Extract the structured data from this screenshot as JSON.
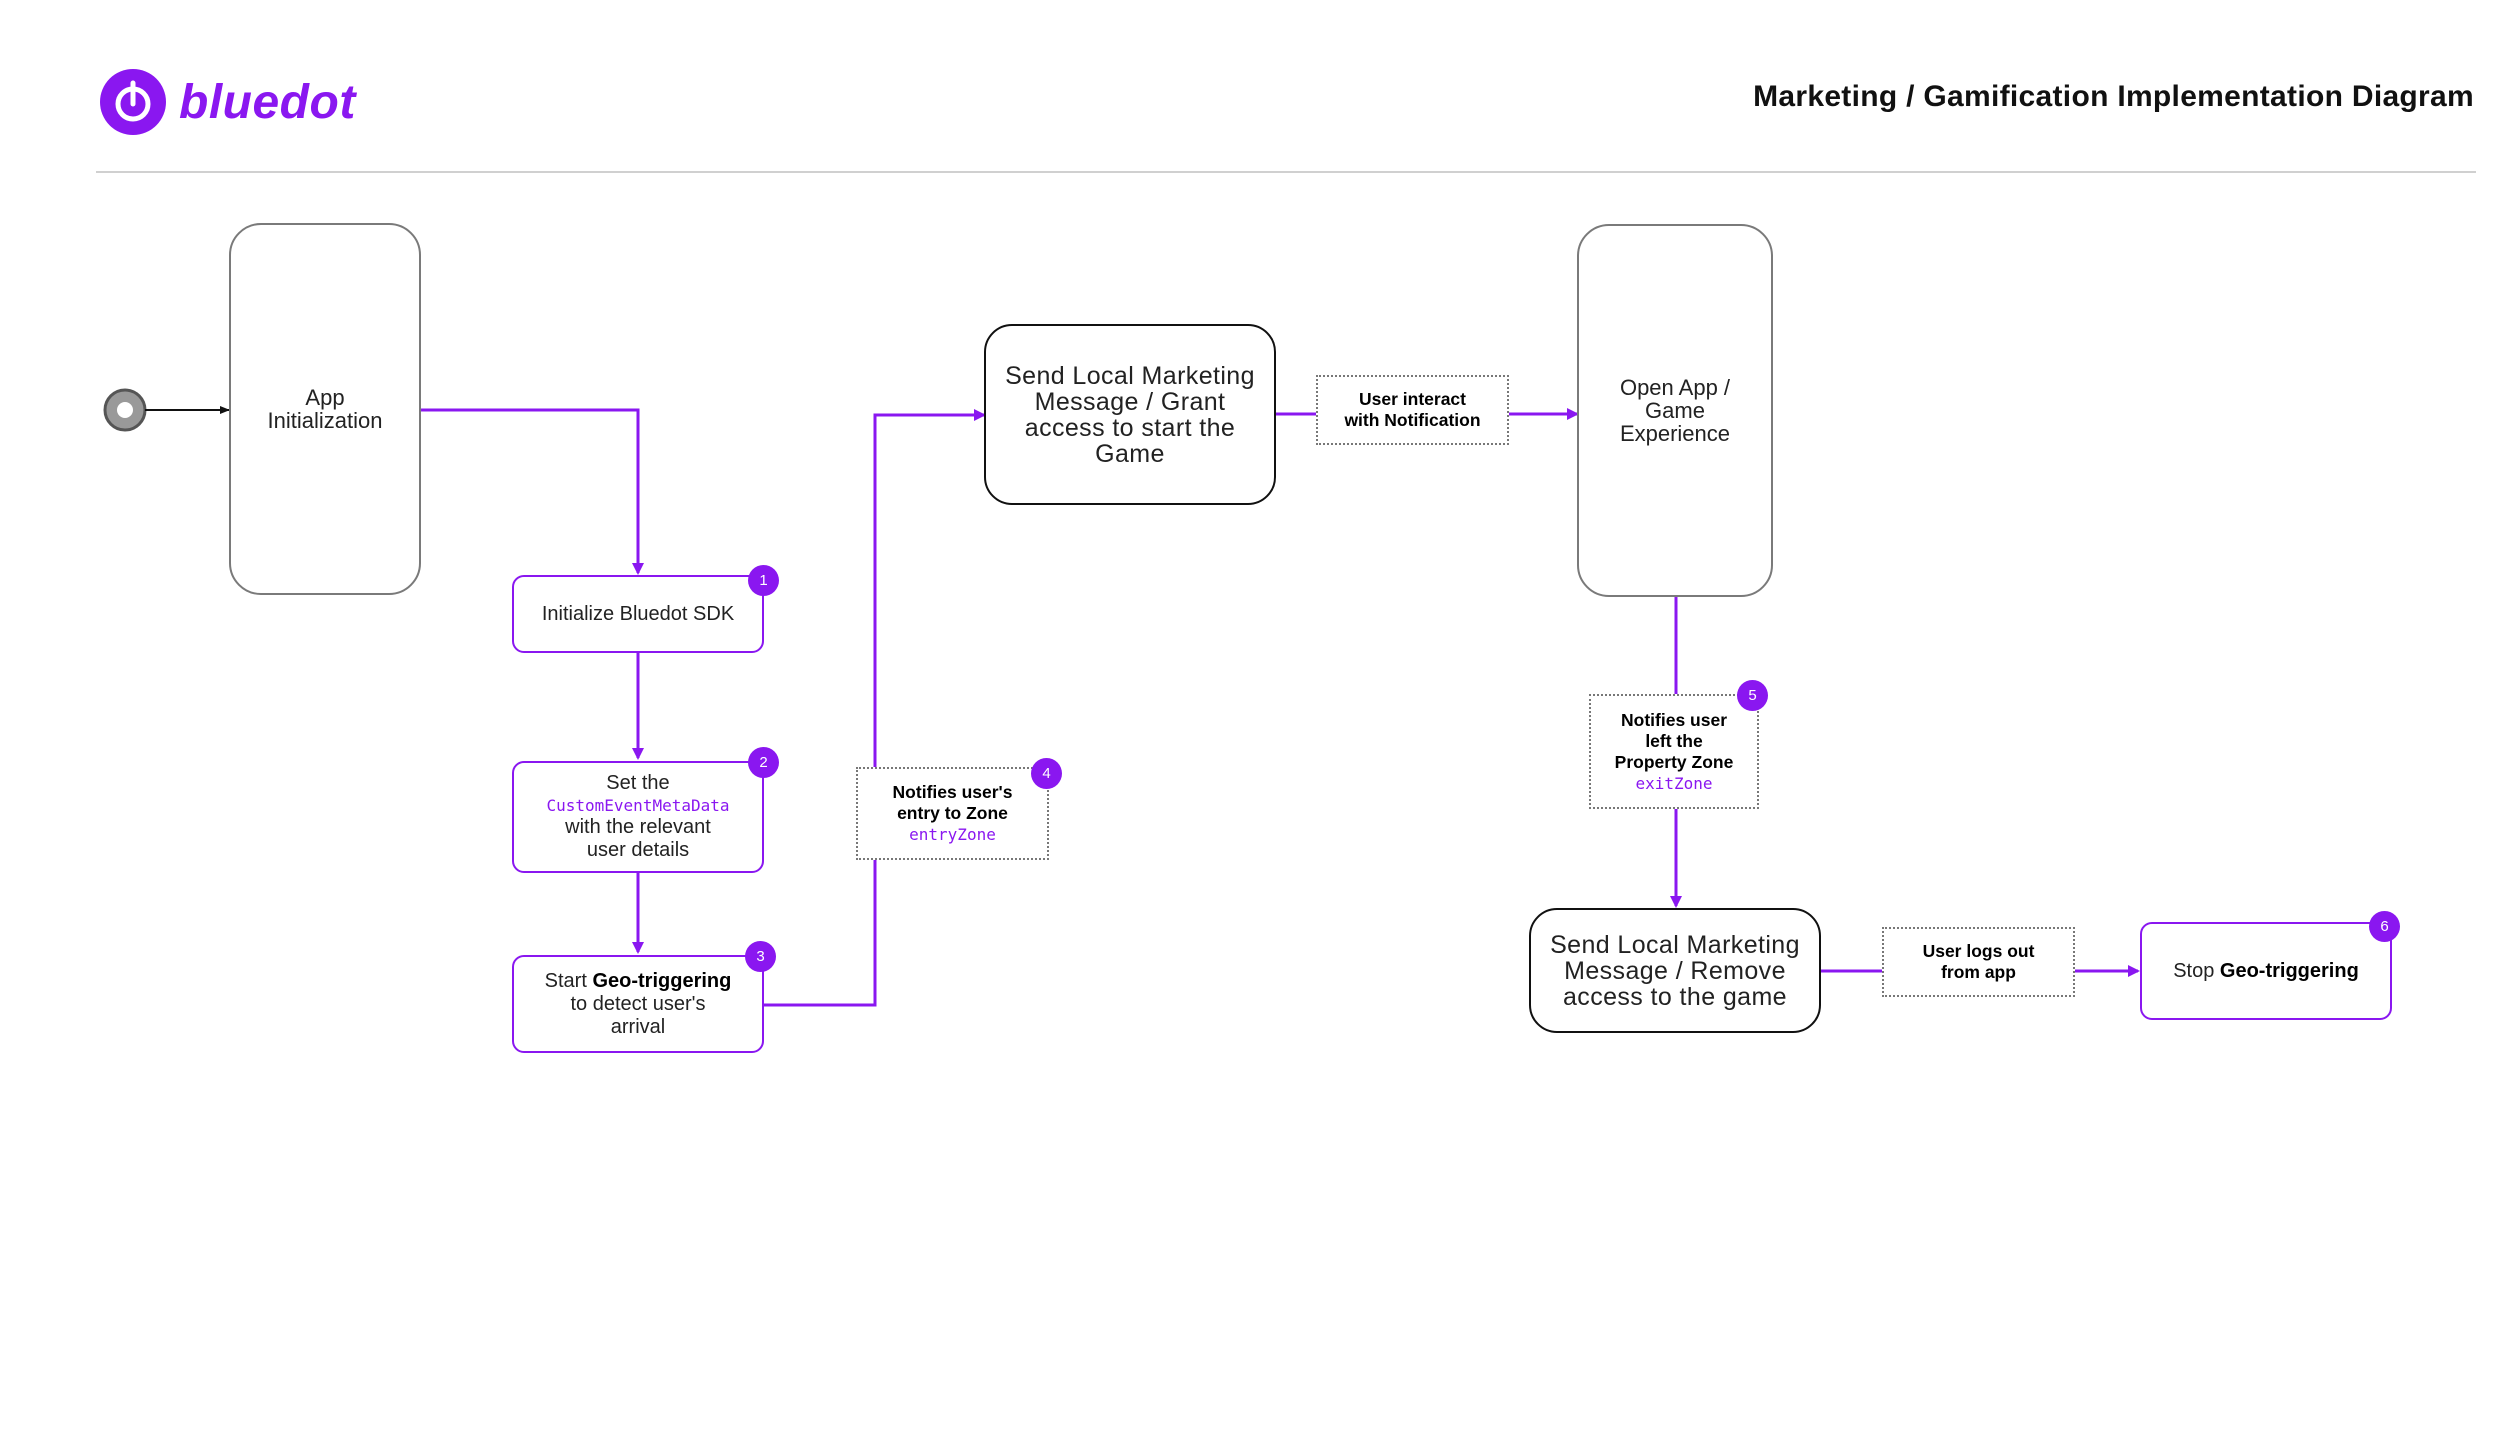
{
  "brand": {
    "logo_text": "bluedot",
    "accent": "#8a17f0"
  },
  "header": {
    "title": "Marketing / Gamification Implementation Diagram"
  },
  "icons": {
    "logo": "bluedot-logo-icon",
    "start": "start-node-icon"
  },
  "nodes": {
    "app_init": {
      "lines": [
        "App",
        "Initialization"
      ]
    },
    "init_sdk": {
      "text": "Initialize Bluedot SDK",
      "badge": "1"
    },
    "set_meta": {
      "line1": "Set the",
      "code": "CustomEventMetaData",
      "line3": "with the relevant",
      "line4": "user details",
      "badge": "2"
    },
    "start_geo": {
      "pre": "Start ",
      "bold": "Geo-triggering",
      "line2": "to detect user's",
      "line3": "arrival",
      "badge": "3"
    },
    "notify_entry": {
      "line1": "Notifies user's",
      "line2": "entry to Zone",
      "code": "entryZone",
      "badge": "4"
    },
    "send_grant": {
      "lines": [
        "Send Local Marketing",
        "Message / Grant",
        "access to start the",
        "Game"
      ]
    },
    "user_interact": {
      "line1": "User interact",
      "line2": "with Notification"
    },
    "open_app": {
      "lines": [
        "Open App /",
        "Game",
        "Experience"
      ]
    },
    "notify_exit": {
      "line1": "Notifies user",
      "line2": "left the",
      "line3": "Property Zone",
      "code": "exitZone",
      "badge": "5"
    },
    "send_remove": {
      "lines": [
        "Send Local Marketing",
        "Message / Remove",
        "access to the game"
      ]
    },
    "logs_out": {
      "line1": "User logs out",
      "line2": "from app"
    },
    "stop_geo": {
      "pre": "Stop ",
      "bold": "Geo-triggering",
      "badge": "6"
    }
  }
}
